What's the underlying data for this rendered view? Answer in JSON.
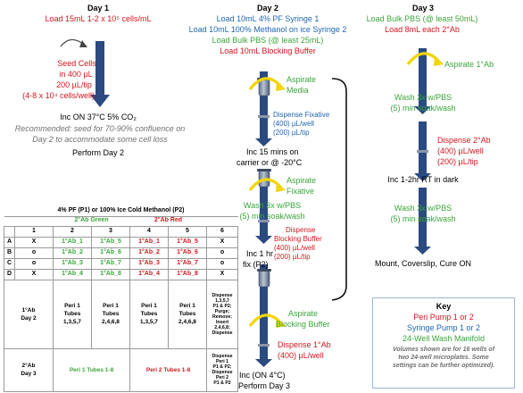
{
  "day1": {
    "title": "Day 1",
    "load": "Load 15mL 1-2 x 10⁵ cells/mL",
    "seed": [
      "Seed Cells",
      "in 400 µL",
      "200 µL/tip",
      "(4-8 x 10⁴ cells/well)"
    ],
    "inc": "Inc ON 37°C 5% CO₂",
    "recommend": [
      "Recommended: seed for 70-90% confluence on",
      "Day 2 to accommodate some cell loss"
    ],
    "perform": "Perform Day 2"
  },
  "day2": {
    "title": "Day 2",
    "loads": [
      "Load 10mL 4% PF Syringe 1",
      "Load 10mL 100% Methanol on ice Syringe 2",
      "Load Bulk PBS (@ least 25mL)",
      "Load 10mL Blocking Buffer"
    ],
    "aspirate_media": [
      "Aspirate",
      "Media"
    ],
    "dispense_fixative": [
      "Dispense Fixative",
      "(400) µL/well",
      "(200) µL/tip"
    ],
    "inc_15": [
      "Inc 15 mins on",
      "carrier or @ -20°C"
    ],
    "aspirate_fixative": [
      "Aspirate",
      "Fixative"
    ],
    "wash": [
      "Wash 3x w/PBS",
      "(5) min soak/wash"
    ],
    "dispense_blocking": [
      "Dispense",
      "Blocking Buffer",
      "(400) µL/well",
      "(200) µL/tip"
    ],
    "inc_1hr": [
      "Inc 1 hr",
      "fix (P2)"
    ],
    "aspirate_blocking": [
      "Aspirate",
      "Blocking Buffer"
    ],
    "dispense_1ab": [
      "Dispense 1°Ab",
      "(400) µL/well"
    ],
    "inc_on": "Inc (ON 4°C)",
    "perform": "Perform Day 3"
  },
  "day3": {
    "title": "Day 3",
    "loads": [
      "Load Bulk PBS (@ least 50mL)",
      "Load 8mL each 2°Ab"
    ],
    "aspirate_1ab": "Aspirate 1°Ab",
    "wash1": [
      "Wash 3x w/PBS",
      "(5) min soak/wash"
    ],
    "dispense_2ab": [
      "Dispense 2°Ab",
      "(400) µL/well",
      "(200) µL/tip"
    ],
    "inc": "Inc 1-2hr RT in dark",
    "wash2": [
      "Wash 3x w/PBS",
      "(5) min soak/wash"
    ],
    "mount": "Mount, Coverslip, Cure ON"
  },
  "plate": {
    "title": "4% PF (P1) or 100% Ice Cold Methanol (P2)",
    "green_label": "2°Ab Green",
    "red_label": "2°Ab Red",
    "columns": [
      "1",
      "2",
      "3",
      "4",
      "5",
      "6"
    ],
    "rows": [
      {
        "label": "A",
        "cells": [
          "X",
          "1°Ab_1",
          "1°Ab_5",
          "1°Ab_1",
          "1°Ab_5",
          "X"
        ]
      },
      {
        "label": "B",
        "cells": [
          "o",
          "1°Ab_2",
          "1°Ab_6",
          "1°Ab_2",
          "1°Ab_6",
          "o"
        ]
      },
      {
        "label": "C",
        "cells": [
          "o",
          "1°Ab_3",
          "1°Ab_7",
          "1°Ab_3",
          "1°Ab_7",
          "o"
        ]
      },
      {
        "label": "D",
        "cells": [
          "X",
          "1°Ab_4",
          "1°Ab_8",
          "1°Ab_4",
          "1°Ab_8",
          "X"
        ]
      }
    ],
    "day2_label": [
      "1°Ab",
      "Day 2"
    ],
    "day2_cells": [
      [
        "Peri 1",
        "Tubes",
        "1,3,5,7"
      ],
      [
        "Peri 1",
        "Tubes",
        "2,4,6,8"
      ],
      [
        "Peri 1",
        "Tubes",
        "1,3,5,7"
      ],
      [
        "Peri 1",
        "Tubes",
        "2,4,6,8"
      ]
    ],
    "day2_note": [
      "Dispense",
      "1,3,5,7",
      "P1 & P2;",
      "Purge;",
      "Remove;",
      "Insert",
      "2,4,6,8;",
      "Dispense"
    ],
    "day3_label": [
      "2°Ab",
      "Day 3"
    ],
    "day3_green": "Peri 1 Tubes 1-8",
    "day3_red": "Peri 2 Tubes 1-8",
    "day3_note": [
      "Dispense",
      "Peri 1",
      "P1 & P2;",
      "Dispense",
      "Peri 2",
      "P1 & P2"
    ]
  },
  "key": {
    "title": "Key",
    "peri": "Peri Pump 1 or 2",
    "syringe": "Syringe Pump 1 or 2",
    "manifold": "24-Well Wash Manifold",
    "note": [
      "Volumes shown are for 16 wells of",
      "two 24-well microplates. Some",
      "settings can be further optimized)."
    ]
  },
  "colors": {
    "red": "#d4161f",
    "blue": "#2166b0",
    "green": "#3aa63a",
    "navy": "#2a4a80",
    "yellow": "#f2d50a"
  }
}
